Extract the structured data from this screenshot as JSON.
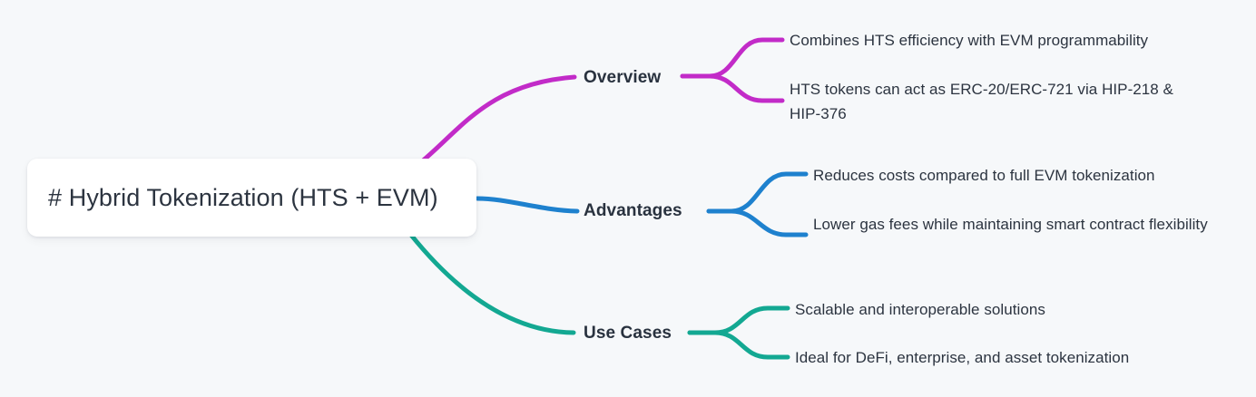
{
  "theme": {
    "background": "#f6f8fa",
    "node_fill": "#ffffff",
    "text_color": "#2c3440",
    "branch_text_color": "#29323f"
  },
  "root": {
    "label": "# Hybrid Tokenization (HTS + EVM)"
  },
  "branches": [
    {
      "label": "Overview",
      "color": "#c22bc8",
      "children": [
        {
          "label": "Combines HTS efficiency with EVM programmability"
        },
        {
          "label": "HTS tokens can act as ERC-20/ERC-721 via HIP-218 & HIP-376"
        }
      ]
    },
    {
      "label": "Advantages",
      "color": "#1e81ce",
      "children": [
        {
          "label": "Reduces costs compared to full EVM tokenization"
        },
        {
          "label": "Lower gas fees while maintaining smart contract flexibility"
        }
      ]
    },
    {
      "label": "Use Cases",
      "color": "#13a892",
      "children": [
        {
          "label": "Scalable and interoperable solutions"
        },
        {
          "label": "Ideal for DeFi, enterprise, and asset tokenization"
        }
      ]
    }
  ]
}
